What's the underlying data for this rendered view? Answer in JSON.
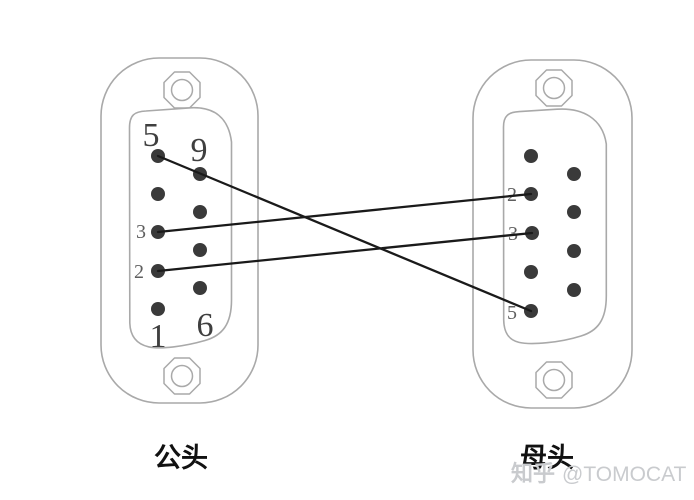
{
  "left_connector": {
    "caption": "公头",
    "pin_labels": [
      {
        "pin": "5",
        "text": "5",
        "size": "large"
      },
      {
        "pin": "9",
        "text": "9",
        "size": "large"
      },
      {
        "pin": "3",
        "text": "3",
        "size": "small"
      },
      {
        "pin": "2",
        "text": "2",
        "size": "small"
      },
      {
        "pin": "1",
        "text": "1",
        "size": "large"
      },
      {
        "pin": "6",
        "text": "6",
        "size": "large"
      }
    ]
  },
  "right_connector": {
    "caption": "母头",
    "pin_labels": [
      {
        "pin": "2",
        "text": "2",
        "size": "small"
      },
      {
        "pin": "3",
        "text": "3",
        "size": "small"
      },
      {
        "pin": "5",
        "text": "5",
        "size": "small"
      }
    ]
  },
  "connections": [
    {
      "from_pin": "5",
      "to_pin": "5"
    },
    {
      "from_pin": "3",
      "to_pin": "2"
    },
    {
      "from_pin": "2",
      "to_pin": "3"
    }
  ],
  "watermark": {
    "brand": "知乎",
    "handle": "@TOMOCAT"
  },
  "colors": {
    "outline": "#a9a9a9",
    "pin": "#3a3a3a",
    "wire": "#1a1a1a",
    "label_large": "#3f3f3f",
    "label_small": "#5f5f5f",
    "caption": "#111111",
    "watermark": "#c9cbce"
  }
}
